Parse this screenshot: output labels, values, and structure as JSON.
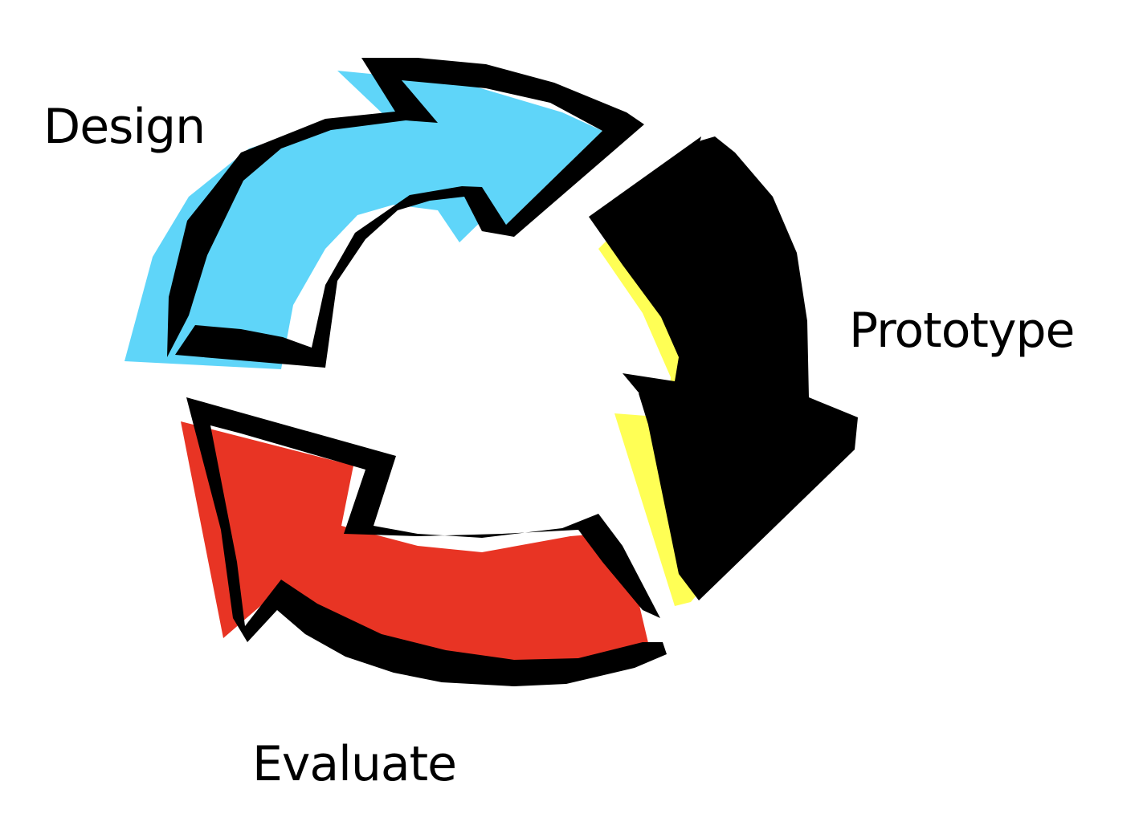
{
  "stages": {
    "design": "Design",
    "prototype": "Prototype",
    "evaluate": "Evaluate"
  },
  "colors": {
    "design_arrow": "#5fd5f9",
    "prototype_arrow": "#ffff55",
    "evaluate_arrow": "#e83424",
    "outline": "#000000",
    "background": "#ffffff"
  }
}
